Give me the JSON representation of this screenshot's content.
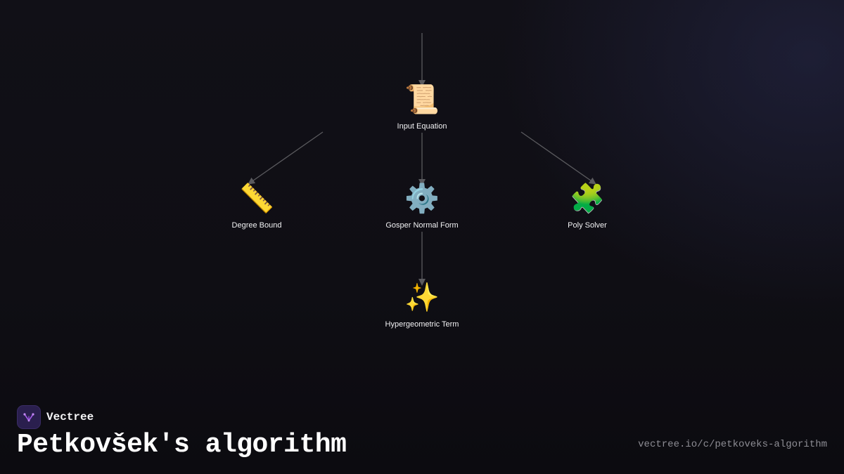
{
  "brand": {
    "name": "Vectree",
    "logo_icon": "vectree-logo-icon",
    "logo_color": "#a259e6"
  },
  "title": "Petkovšek's algorithm",
  "url": "vectree.io/c/petkoveks-algorithm",
  "diagram": {
    "edge_color": "#5a5a5e",
    "nodes": {
      "input": {
        "label": "Input Equation",
        "icon": "scroll-icon",
        "glyph": "📜"
      },
      "gosper": {
        "label": "Gosper Normal Form",
        "icon": "gear-icon",
        "glyph": "⚙️"
      },
      "degree": {
        "label": "Degree Bound",
        "icon": "ruler-icon",
        "glyph": "📏"
      },
      "poly": {
        "label": "Poly Solver",
        "icon": "puzzle-piece-icon",
        "glyph": "🧩"
      },
      "hyper": {
        "label": "Hypergeometric Term",
        "icon": "sparkles-icon",
        "glyph": "✨"
      }
    },
    "edges": [
      {
        "from": "entry",
        "to": "input"
      },
      {
        "from": "input",
        "to": "gosper"
      },
      {
        "from": "input",
        "to": "degree"
      },
      {
        "from": "input",
        "to": "poly"
      },
      {
        "from": "gosper",
        "to": "hyper"
      }
    ]
  }
}
